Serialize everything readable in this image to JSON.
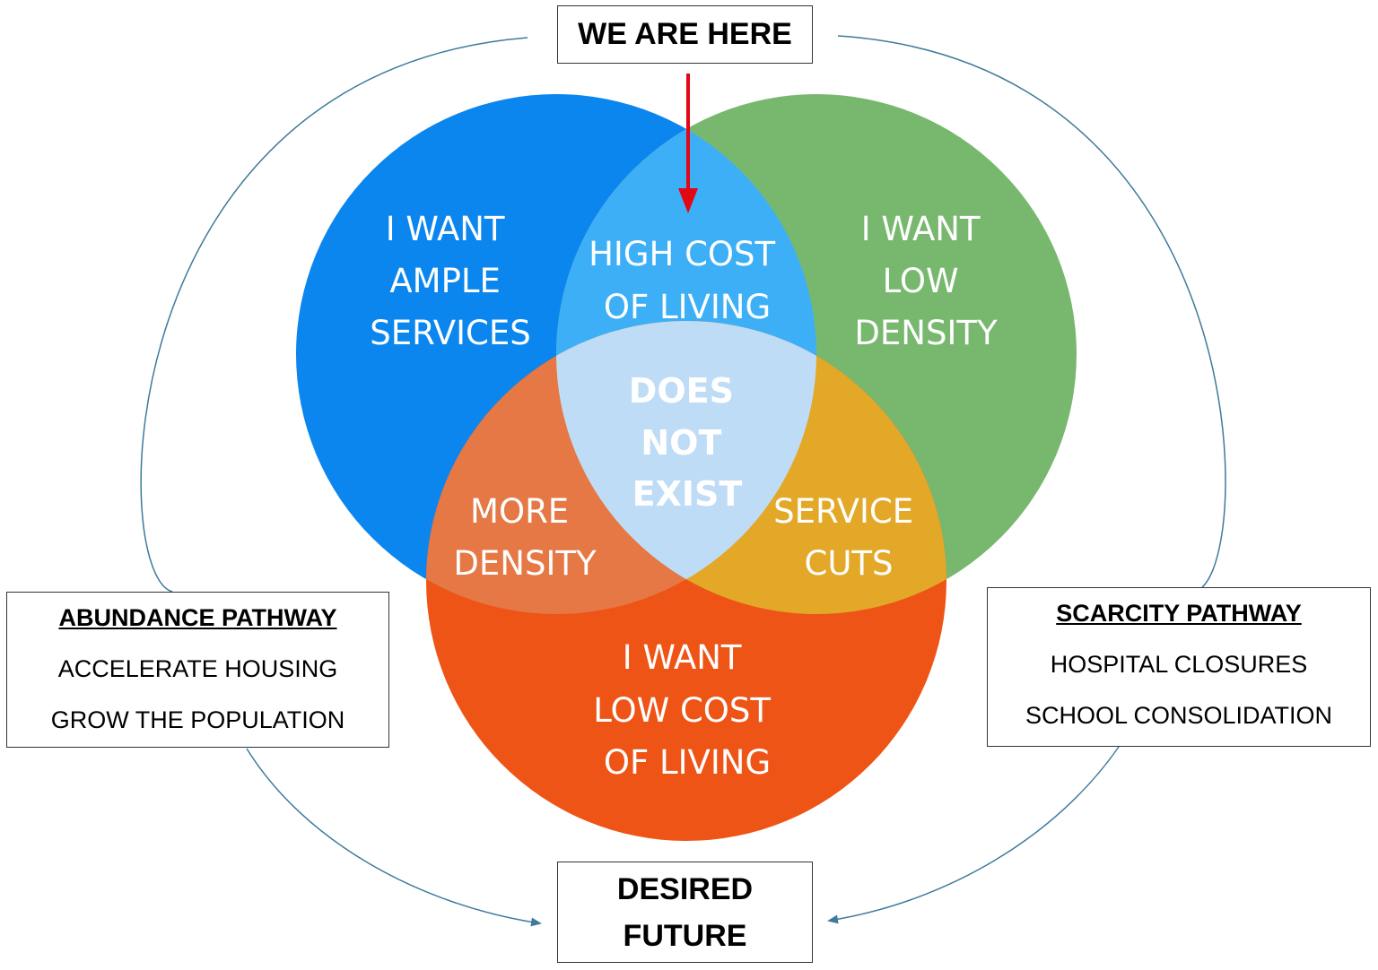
{
  "top_box": {
    "label": "WE ARE HERE"
  },
  "bottom_box": {
    "line1": "DESIRED",
    "line2": "FUTURE"
  },
  "circles": {
    "services": {
      "lines": [
        "I WANT",
        "AMPLE",
        "SERVICES"
      ],
      "color": "#0A86EE"
    },
    "density": {
      "lines": [
        "I WANT",
        "LOW",
        "DENSITY"
      ],
      "color": "#77B86E"
    },
    "cost": {
      "lines": [
        "I WANT",
        "LOW COST",
        "OF LIVING"
      ],
      "color": "#EE5416"
    }
  },
  "overlaps": {
    "services_density": {
      "lines": [
        "HIGH COST",
        "OF LIVING"
      ],
      "color": "#3DAFF6"
    },
    "services_cost": {
      "lines": [
        "MORE",
        "DENSITY"
      ],
      "color": "#E57844"
    },
    "density_cost": {
      "lines": [
        "SERVICE",
        "CUTS"
      ],
      "color": "#E4A828"
    },
    "all_three": {
      "lines": [
        "DOES",
        "NOT",
        "EXIST"
      ],
      "color": "#BFDCF7"
    }
  },
  "abundance_pathway": {
    "heading": "ABUNDANCE PATHWAY",
    "items": [
      "ACCELERATE HOUSING",
      "GROW THE POPULATION"
    ]
  },
  "scarcity_pathway": {
    "heading": "SCARCITY PATHWAY",
    "items": [
      "HOSPITAL CLOSURES",
      "SCHOOL CONSOLIDATION"
    ]
  },
  "colors": {
    "marker_arrow": "#E30613",
    "path_lines": "#3E7A9B",
    "box_border": "#333333"
  }
}
